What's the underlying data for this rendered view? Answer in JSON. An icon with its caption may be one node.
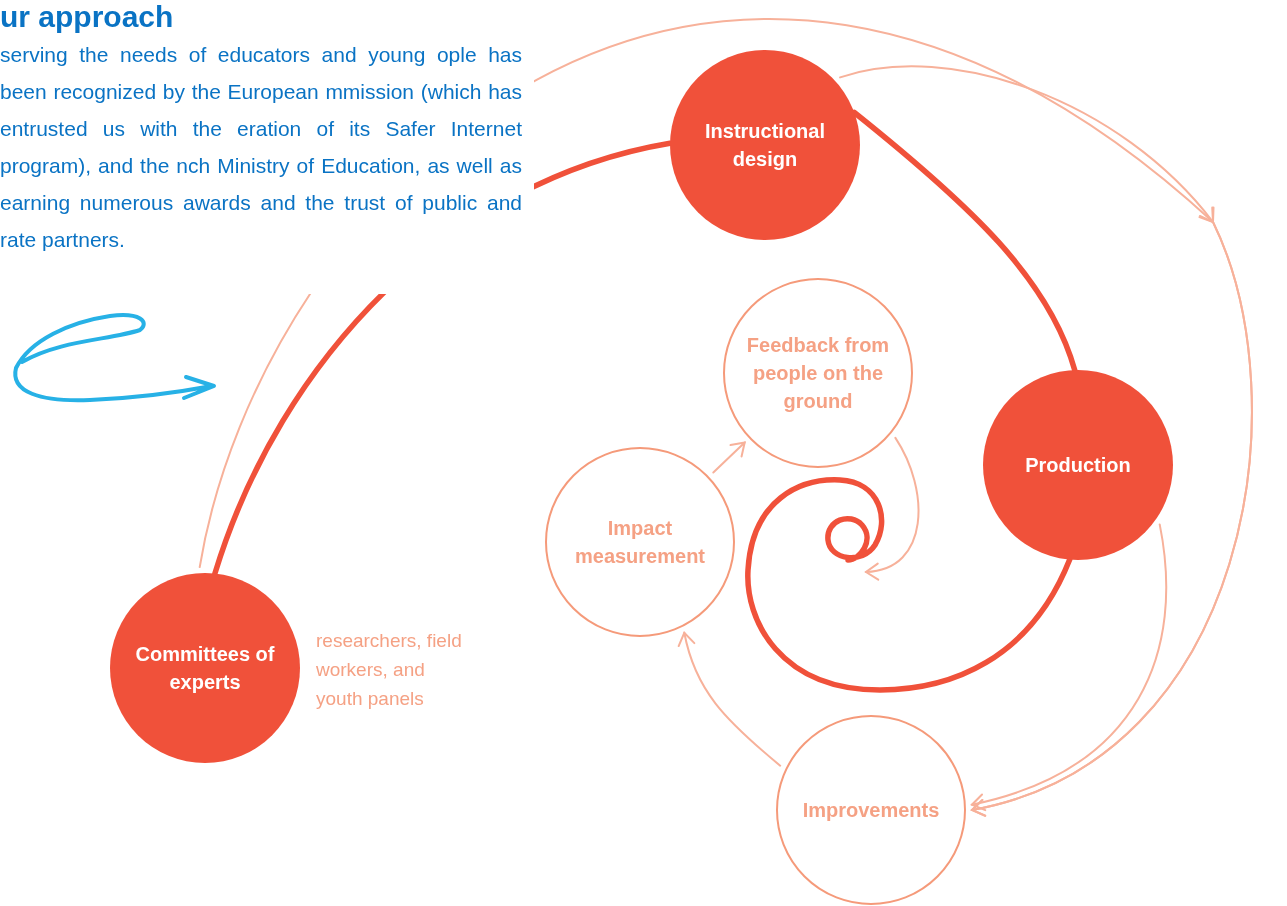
{
  "diagram": {
    "title": "ur approach",
    "nodes": [
      {
        "text": [
          "Instructional design"
        ]
      },
      {
        "text": [
          "Production"
        ]
      },
      {
        "text": [
          "Feedback from people on the ground"
        ]
      },
      {
        "text": [
          "Impact measurement"
        ]
      },
      {
        "text": [
          "Improvements"
        ]
      },
      {
        "text": [
          "Committees of experts"
        ],
        "beside": [
          "researchers, field workers, and youth panels"
        ]
      }
    ],
    "edges": [
      {
        "from": 5,
        "to": 0,
        "arrow": "none",
        "style": "thick",
        "color": "#f0513a"
      },
      {
        "from": 0,
        "to": 1,
        "arrow": "none",
        "style": "thick",
        "color": "#f0513a"
      },
      {
        "from": 1,
        "to": null,
        "arrow": "none",
        "style": "thick",
        "color": "#f0513a"
      },
      {
        "from": 5,
        "to": 4,
        "arrow": "to"
      },
      {
        "from": 0,
        "to": 4,
        "arrow": "to"
      },
      {
        "from": 1,
        "to": 4,
        "arrow": "to"
      },
      {
        "from": 4,
        "to": 3,
        "arrow": "to"
      },
      {
        "from": 3,
        "to": 2,
        "arrow": "to"
      },
      {
        "from": 2,
        "to": null,
        "arrow": "to"
      }
    ],
    "labels": [
      "serving the needs of educators and young ople has been recognized by the European mmission (which has entrusted us with the eration of its Safer Internet program), and the nch Ministry of Education, as well as earning numerous awards and the trust of public and rate partners."
    ]
  }
}
